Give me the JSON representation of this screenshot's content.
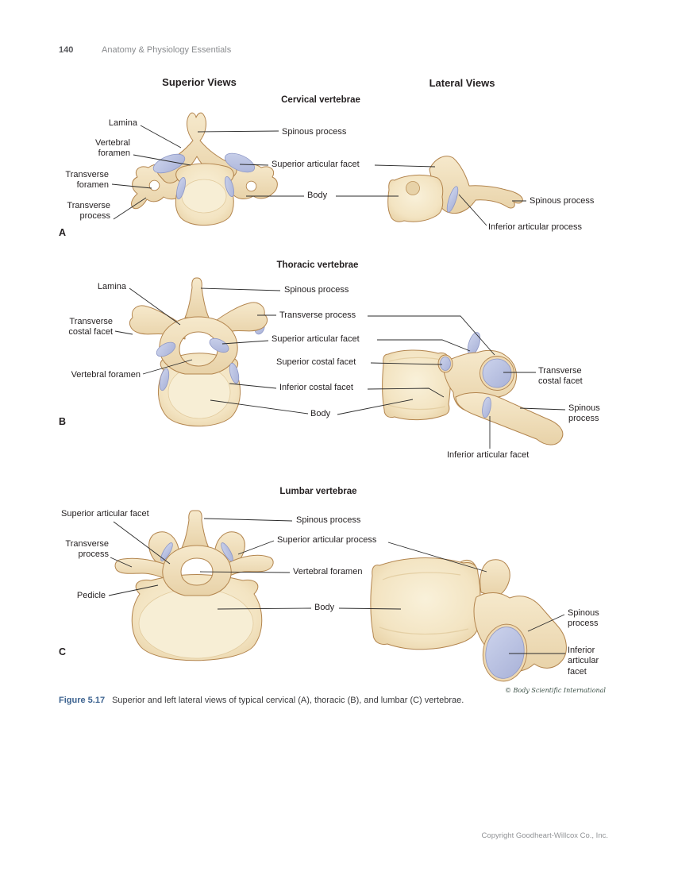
{
  "page": {
    "number": "140",
    "running_head": "Anatomy & Physiology Essentials",
    "footer": "Copyright Goodheart-Willcox Co., Inc."
  },
  "columns": {
    "superior": "Superior Views",
    "lateral": "Lateral Views"
  },
  "figure": {
    "label": "Figure 5.17",
    "caption": "Superior and left lateral views of typical cervical (A), thoracic (B), and lumbar (C) vertebrae.",
    "credit": "© Body Scientific International"
  },
  "sections": {
    "cervical": {
      "letter": "A",
      "title": "Cervical vertebrae",
      "labels": {
        "lamina": "Lamina",
        "vertebral_foramen": "Vertebral\nforamen",
        "transverse_foramen": "Transverse\nforamen",
        "transverse_process": "Transverse\nprocess",
        "spinous_process": "Spinous process",
        "superior_articular_facet": "Superior articular facet",
        "body": "Body",
        "lateral_spinous_process": "Spinous process",
        "lateral_inferior_articular_process": "Inferior articular process"
      }
    },
    "thoracic": {
      "letter": "B",
      "title": "Thoracic vertebrae",
      "labels": {
        "lamina": "Lamina",
        "transverse_costal_facet": "Transverse\ncostal facet",
        "vertebral_foramen": "Vertebral foramen",
        "spinous_process": "Spinous process",
        "transverse_process": "Transverse process",
        "superior_articular_facet": "Superior articular facet",
        "superior_costal_facet": "Superior costal facet",
        "inferior_costal_facet": "Inferior costal facet",
        "body": "Body",
        "lateral_transverse_costal_facet": "Transverse\ncostal facet",
        "lateral_spinous_process": "Spinous\nprocess",
        "lateral_inferior_articular_facet": "Inferior articular facet"
      }
    },
    "lumbar": {
      "letter": "C",
      "title": "Lumbar vertebrae",
      "labels": {
        "superior_articular_facet": "Superior articular facet",
        "transverse_process": "Transverse\nprocess",
        "pedicle": "Pedicle",
        "spinous_process": "Spinous process",
        "superior_articular_process": "Superior articular process",
        "vertebral_foramen": "Vertebral foramen",
        "body": "Body",
        "lateral_spinous_process": "Spinous\nprocess",
        "lateral_inferior_articular_facet": "Inferior\narticular\nfacet"
      }
    }
  },
  "colors": {
    "bone": "#f0dfbb",
    "bone_outline": "#b3854e",
    "facet": "#b7bedf",
    "figure_label_blue": "#3d6390",
    "credit_green": "#3c5147",
    "text": "#231f20",
    "muted_gray": "#8a8c8f"
  }
}
